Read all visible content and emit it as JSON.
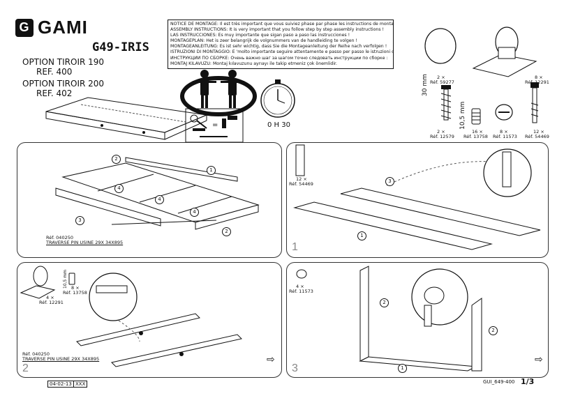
{
  "brand": "GAMI",
  "model": "G49-IRIS",
  "options": [
    {
      "title": "OPTION TIROIR 190",
      "ref": "REF. 400"
    },
    {
      "title": "OPTION TIROIR 200",
      "ref": "REF. 402"
    }
  ],
  "notice": [
    "NOTICE DE MONTAGE: Il est très important que vous suiviez phase par phase les instructions de montage !",
    "ASSEMBLY INSTRUCTIONS: It is very important that you follow step by step assembly instructions !",
    "LAS INSTRUCCIONES: Es muy importante que sigan paso a paso las instrucciones !",
    "MONTAGEPLAN: Het is zeer belangrijk de volgnummers van de handleiding te volgen !",
    "MONTAGEANLEITUNG: Es ist sehr wichtig, dass Sie die Montageanleitung der Reihe nach verfolgen !",
    "ISTRUZIONI DI MONTAGGIO: E 'molto importante seguire attentamente e passo per passo le istruzioni di montaggio!",
    "ИНСТРУКЦИИ ПО СБОРКЕ: Очень важно шаг за шагом точно следовать инструкции по сборке :",
    "MONTAJ KILAVUZU: Montaj kılavuzunu ayrıayı ile takip etmeniz çok önemlidir."
  ],
  "time": "0 H 30",
  "parts": [
    {
      "qty": "2 ×",
      "ref": "Réf. 59277"
    },
    {
      "qty": "8 ×",
      "ref": "Réf. 12291"
    },
    {
      "qty": "2 ×",
      "ref": "Réf. 12579"
    },
    {
      "qty": "16 ×",
      "ref": "Réf. 13758"
    },
    {
      "qty": "8 ×",
      "ref": "Réf. 11573"
    },
    {
      "qty": "12 ×",
      "ref": "Réf. 54469"
    }
  ],
  "dims": {
    "d30": "30 mm",
    "d105": "10,5 mm"
  },
  "steps": {
    "s1": {
      "num": "1",
      "ref": "Réf. 040250",
      "label": "TRAVERSE PIN USINE 29X 34X895"
    },
    "s2": {
      "num": "2",
      "ref": "Réf. 040250",
      "label": "TRAVERSE PIN USINE 29X 34X895",
      "qty1": "4 ×",
      "ref1": "Réf. 12291",
      "qty2": "8 ×",
      "ref2": "Réf. 13758",
      "dim": "10,5 mm"
    },
    "s3": {
      "num": "3",
      "qty": "4 ×",
      "ref": "Réf. 11573"
    },
    "s_right": {
      "qty": "12 ×",
      "ref": "Réf. 54469"
    }
  },
  "callouts": {
    "c1": "1",
    "c2": "2",
    "c3": "3",
    "c4": "4"
  },
  "footer": {
    "date": "04-02-13",
    "mark": "XXX",
    "code": "GUI_649-400",
    "page": "1/3"
  }
}
